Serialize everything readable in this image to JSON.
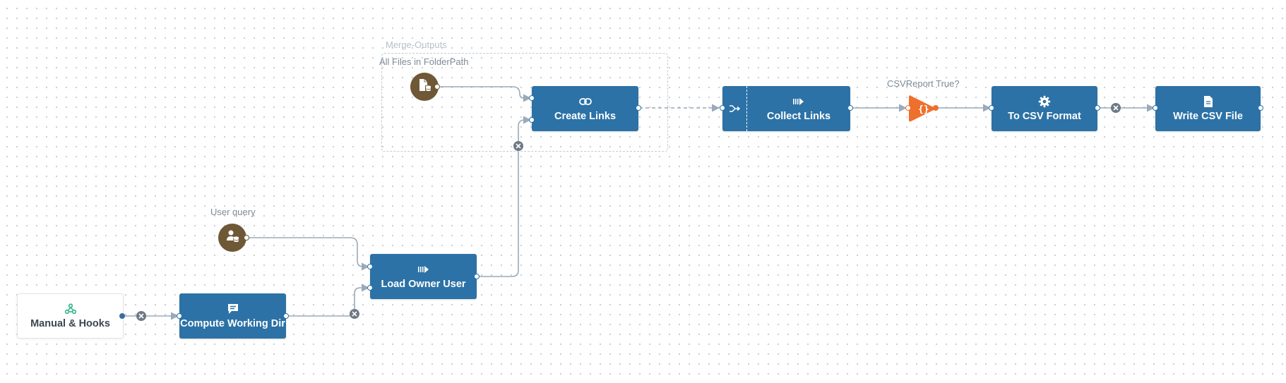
{
  "group": {
    "title": "Merge-Outputs"
  },
  "labels": {
    "all_files": "All Files in FolderPath",
    "user_query": "User query",
    "csv_report": "CSVReport True?"
  },
  "nodes": {
    "manual_hooks": {
      "title": "Manual & Hooks",
      "icon": "webhook-icon"
    },
    "compute_working_dir": {
      "title": "Compute Working Dir",
      "icon": "chat-bubble-icon"
    },
    "load_owner_user": {
      "title": "Load Owner User",
      "icon": "stream-arrow-icon"
    },
    "create_links": {
      "title": "Create Links",
      "icon": "link-icon"
    },
    "collect_links": {
      "title": "Collect Links",
      "icon": "stream-arrow-icon"
    },
    "to_csv_format": {
      "title": "To CSV Format",
      "icon": "gear-icon"
    },
    "write_csv_file": {
      "title": "Write CSV File",
      "icon": "file-icon"
    },
    "all_files_source": {
      "icon": "file-database-icon"
    },
    "user_query_source": {
      "icon": "user-database-icon"
    },
    "csv_filter": {
      "icon": "braces-icon"
    }
  },
  "colors": {
    "node": "#2c72a6",
    "source": "#6e5836",
    "filter": "#ef6f2c",
    "edge": "#9aaab8",
    "trigger_icon": "#2fb58a"
  }
}
